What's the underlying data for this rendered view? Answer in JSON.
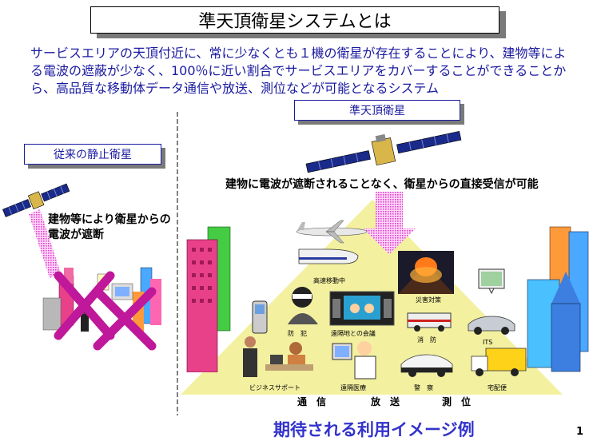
{
  "title": "準天頂衛星システムとは",
  "description": "サービスエリアの天頂付近に、常に少なくとも１機の衛星が存在することにより、建物等による電波の遮蔽が少なく、100％に近い割合でサービスエリアをカバーすることができることから、高品質な移動体データ通信や放送、測位などが可能となるシステム",
  "labels": {
    "conventional": "従来の静止衛星",
    "qzs": "準天頂衛星"
  },
  "captions": {
    "blocked": "建物等により衛星からの電波が遮断",
    "direct": "建物に電波が遮断されることなく、衛星からの直接受信が可能"
  },
  "use_cases": [
    {
      "label": "高速移動中"
    },
    {
      "label": "災害対策"
    },
    {
      "label": "防　犯"
    },
    {
      "label": "遠隔地との会議"
    },
    {
      "label": "消　防"
    },
    {
      "label": "ITS"
    },
    {
      "label": "ビジネスサポート"
    },
    {
      "label": "遠隔医療"
    },
    {
      "label": "警　察"
    },
    {
      "label": "宅配便"
    }
  ],
  "categories": [
    "通　信",
    "放　送",
    "測　位"
  ],
  "bottom_title": "期待される利用イメージ例",
  "page_number": "1",
  "colors": {
    "accent_text": "#1a1aa0",
    "pyramid": "#f3f0a0",
    "arrow": "#e060e0",
    "cross": "#c0189a",
    "bottom_title": "#3333cc"
  }
}
